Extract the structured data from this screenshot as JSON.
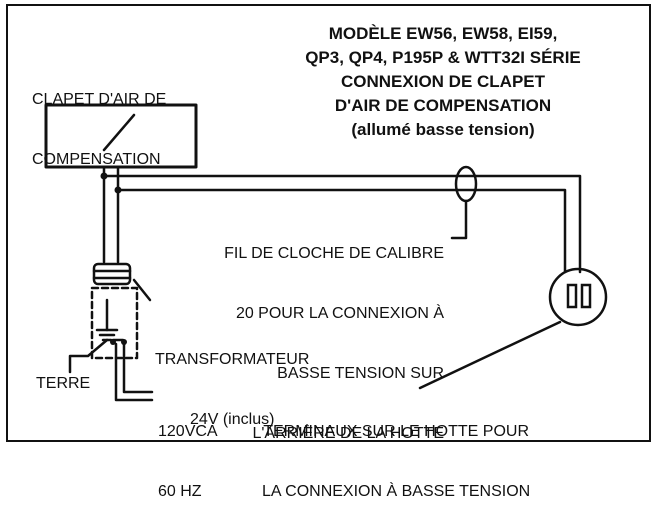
{
  "title": {
    "line1": "MODÈLE EW56, EW58, EI59,",
    "line2": "QP3, QP4, P195P & WTT32I SÉRIE",
    "line3": "CONNEXION DE CLAPET",
    "line4": "D'AIR DE COMPENSATION",
    "line5": "(allumé basse tension)"
  },
  "damper_label": {
    "line1": "CLAPET D'AIR DE",
    "line2": "COMPENSATION"
  },
  "wire_label": {
    "line1": "FIL DE CLOCHE DE CALIBRE",
    "line2": "20 POUR LA CONNEXION À",
    "line3": "BASSE TENSION SUR",
    "line4": "L'ARRIÈRE DE LA HOTTE"
  },
  "transformer_label": {
    "line1": "TRANSFORMATEUR",
    "line2": "24V (inclus)"
  },
  "ground_label": "TERRE",
  "power_label": {
    "line1": "120VCA",
    "line2": "60 HZ"
  },
  "terminal_label": {
    "line1": "TERMINAUX SUR LE HOTTE POUR",
    "line2": "LA CONNEXION À BASSE TENSION"
  }
}
